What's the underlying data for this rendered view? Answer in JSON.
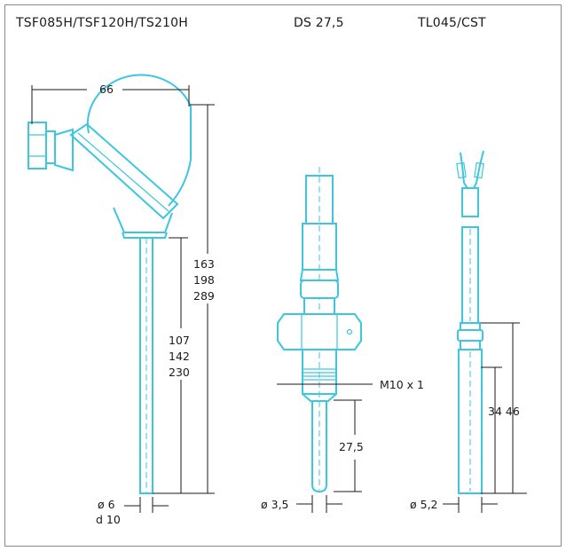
{
  "titles": {
    "left": "TSF085H/TSF120H/TS210H",
    "middle": "DS 27,5",
    "right": "TL045/CST"
  },
  "left_probe": {
    "width_dim": "66",
    "total_lengths": [
      "163",
      "198",
      "289"
    ],
    "probe_lengths": [
      "107",
      "142",
      "230"
    ],
    "diameter": "ø 6",
    "diameter_alt": "d 10"
  },
  "middle_probe": {
    "thread": "M10 x 1",
    "length": "27,5",
    "diameter": "ø 3,5"
  },
  "right_probe": {
    "lengths": "34 46",
    "diameter": "ø 5,2"
  },
  "colors": {
    "drawing": "#3cc6e0",
    "dimension": "#1a1a1a",
    "frame": "#8a8a8a"
  }
}
